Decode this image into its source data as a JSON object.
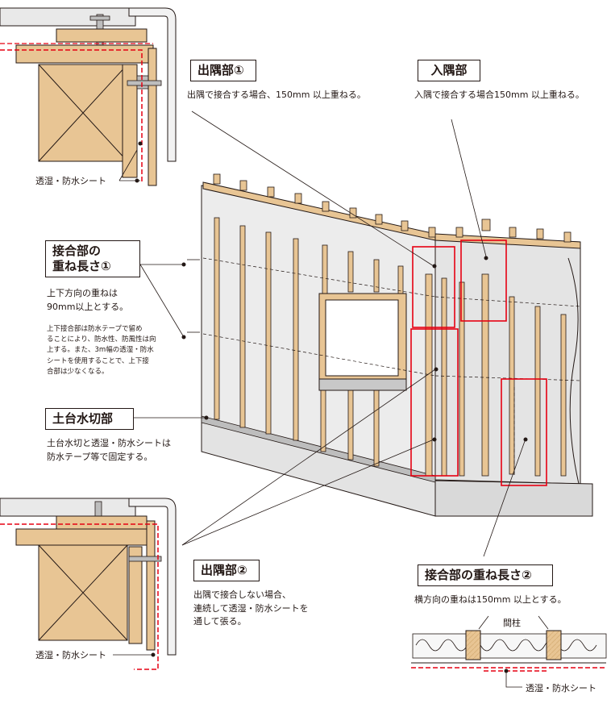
{
  "callouts": {
    "outer_corner_1": {
      "title": "出隅部①",
      "desc": "出隅で接合する場合、150mm 以上重ねる。"
    },
    "inner_corner": {
      "title": "入隅部",
      "desc": "入隅で接合する場合150mm 以上重ねる。"
    },
    "overlap_1": {
      "title_line1": "接合部の",
      "title_line2": "重ね長さ①",
      "desc_line1": "上下方向の重ねは",
      "desc_line2": "90mm以上とする。",
      "note_lines": [
        "上下接合部は防水テープで留め",
        "ることにより、防水性、防風性は向",
        "上する。また、3m幅の透湿・防水",
        "シートを使用することで、上下接",
        "合部は少なくなる。"
      ]
    },
    "sill_flashing": {
      "title": "土台水切部",
      "desc_line1": "土台水切と透湿・防水シートは",
      "desc_line2": "防水テープ等で固定する。"
    },
    "outer_corner_2": {
      "title": "出隅部②",
      "desc_line1": "出隅で接合しない場合、",
      "desc_line2": "連続して透湿・防水シートを",
      "desc_line3": "通して張る。"
    },
    "overlap_2": {
      "title": "接合部の重ね長さ②",
      "desc": "横方向の重ねは150mm 以上とする。"
    }
  },
  "labels": {
    "sheet_top": "透湿・防水シート",
    "sheet_bottom": "透湿・防水シート",
    "sheet_plan": "透湿・防水シート",
    "stud": "間柱"
  },
  "colors": {
    "sheet_red": "#e60012",
    "wood": "#e8c594",
    "wood_dark": "#c9a36a",
    "wall_sheet": "#ececec",
    "foundation": "#e3e3e3",
    "line": "#231815"
  }
}
